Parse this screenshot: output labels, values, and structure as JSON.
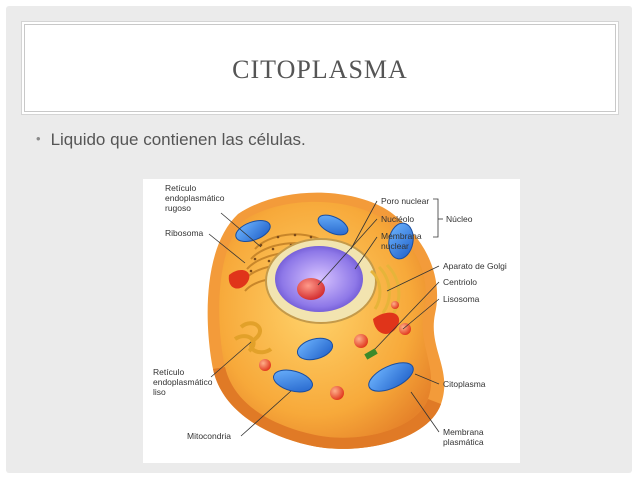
{
  "slide": {
    "title": "CITOPLASMA",
    "bullet": "Liquido que contienen las células."
  },
  "figure": {
    "labels": {
      "reticulo_rugoso_1": "Retículo",
      "reticulo_rugoso_2": "endoplasmático",
      "reticulo_rugoso_3": "rugoso",
      "ribosoma": "Ribosoma",
      "poro_nuclear": "Poro nuclear",
      "nucleolo": "Nucléolo",
      "membrana_nuclear_1": "Membrana",
      "membrana_nuclear_2": "nuclear",
      "nucleo": "Núcleo",
      "golgi": "Aparato de Golgi",
      "centriolo": "Centriolo",
      "lisosoma": "Lisosoma",
      "reticulo_liso_1": "Retículo",
      "reticulo_liso_2": "endoplasmático",
      "reticulo_liso_3": "liso",
      "citoplasma": "Citoplasma",
      "mitocondria": "Mitocondria",
      "membrana_plasmatica_1": "Membrana",
      "membrana_plasmatica_2": "plasmática"
    }
  }
}
